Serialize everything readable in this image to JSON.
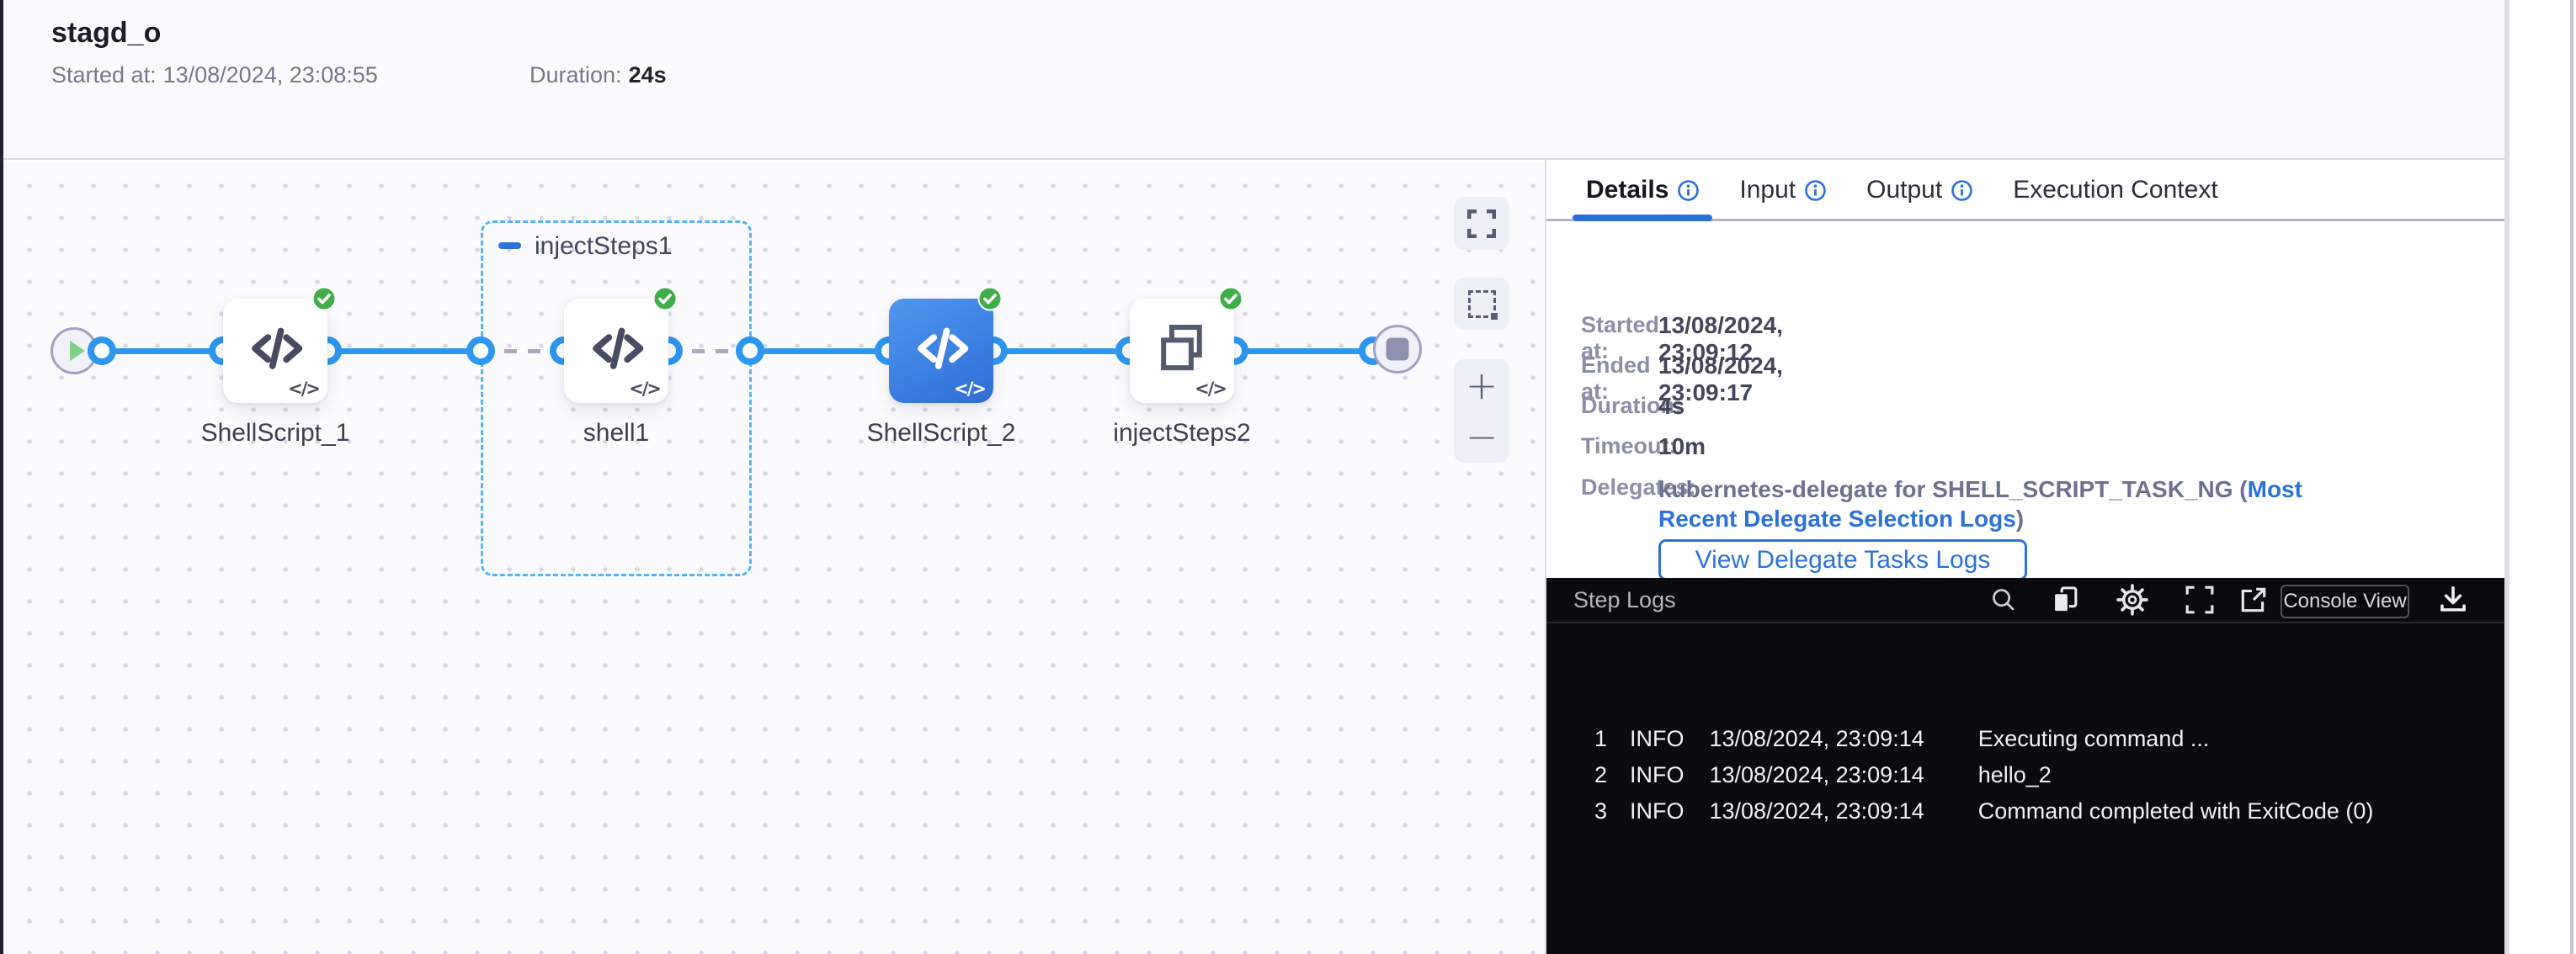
{
  "header": {
    "title": "stagd_o",
    "started_label": "Started at:",
    "started_value": "13/08/2024, 23:08:55",
    "duration_label": "Duration:",
    "duration_value": "24s"
  },
  "pipeline": {
    "group_label": "injectSteps1",
    "mini_glyph": "</>",
    "nodes": [
      {
        "label": "ShellScript_1",
        "status": "success"
      },
      {
        "label": "shell1",
        "status": "success"
      },
      {
        "label": "ShellScript_2",
        "status": "success"
      },
      {
        "label": "injectSteps2",
        "status": "success"
      }
    ],
    "controls": {
      "zoom_in": "+",
      "zoom_out": "−"
    }
  },
  "tabs": {
    "details": "Details",
    "input": "Input",
    "output": "Output",
    "execution_context": "Execution Context"
  },
  "details": {
    "rows": [
      {
        "label": "Started at:",
        "value": "13/08/2024, 23:09:12"
      },
      {
        "label": "Ended at:",
        "value": "13/08/2024, 23:09:17"
      },
      {
        "label": "Duration:",
        "value": "4s"
      },
      {
        "label": "Timeout:",
        "value": "10m"
      }
    ],
    "delegates_label": "Delegates:",
    "delegates_text": "kubernetes-delegate for SHELL_SCRIPT_TASK_NG (",
    "delegates_link": "Most Recent Delegate Selection Logs",
    "delegates_close": ")",
    "view_logs_button": "View Delegate Tasks Logs"
  },
  "logs": {
    "title": "Step Logs",
    "console_view": "Console View",
    "lines": [
      {
        "num": "1",
        "level": "INFO",
        "timestamp": "13/08/2024, 23:09:14",
        "message": "Executing command ..."
      },
      {
        "num": "2",
        "level": "INFO",
        "timestamp": "13/08/2024, 23:09:14",
        "message": "hello_2"
      },
      {
        "num": "3",
        "level": "INFO",
        "timestamp": "13/08/2024, 23:09:14",
        "message": "Command completed with ExitCode (0)"
      }
    ]
  },
  "colors": {
    "accent_blue": "#2c72d8",
    "connector_blue": "#2d96ef",
    "success_green": "#3fae49",
    "logs_bg": "#0a0b0f"
  }
}
